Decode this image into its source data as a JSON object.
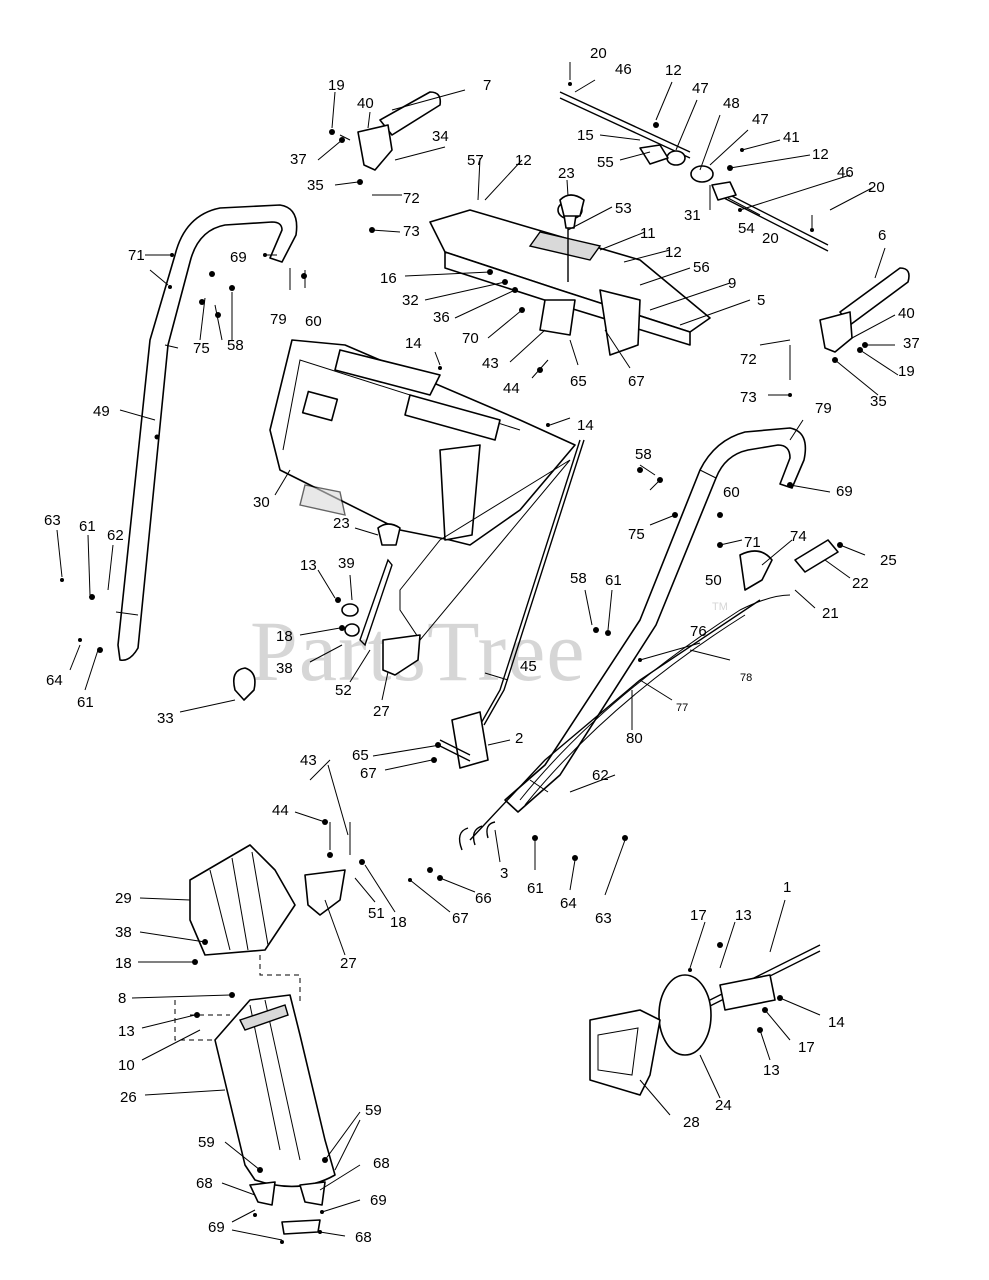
{
  "watermark": {
    "text": "PartsTree",
    "trademark": "TM"
  },
  "callouts": {
    "c1": "1",
    "c2": "2",
    "c3": "3",
    "c5": "5",
    "c6": "6",
    "c7": "7",
    "c8": "8",
    "c9": "9",
    "c10": "10",
    "c11": "11",
    "c12": "12",
    "c13": "13",
    "c14": "14",
    "c15": "15",
    "c16": "16",
    "c17": "17",
    "c18": "18",
    "c19": "19",
    "c20": "20",
    "c21": "21",
    "c22": "22",
    "c23": "23",
    "c24": "24",
    "c25": "25",
    "c26": "26",
    "c27": "27",
    "c28": "28",
    "c29": "29",
    "c30": "30",
    "c31": "31",
    "c32": "32",
    "c33": "33",
    "c34": "34",
    "c35": "35",
    "c36": "36",
    "c37": "37",
    "c38": "38",
    "c39": "39",
    "c40": "40",
    "c41": "41",
    "c43": "43",
    "c44": "44",
    "c45": "45",
    "c46": "46",
    "c47": "47",
    "c48": "48",
    "c49": "49",
    "c50": "50",
    "c51": "51",
    "c52": "52",
    "c53": "53",
    "c54": "54",
    "c55": "55",
    "c56": "56",
    "c57": "57",
    "c58": "58",
    "c59": "59",
    "c60": "60",
    "c61": "61",
    "c62": "62",
    "c63": "63",
    "c64": "64",
    "c65": "65",
    "c66": "66",
    "c67": "67",
    "c68": "68",
    "c69": "69",
    "c70": "70",
    "c71": "71",
    "c72": "72",
    "c73": "73",
    "c74": "74",
    "c75": "75",
    "c76": "76",
    "c77": "77",
    "c78": "78",
    "c79": "79",
    "c80": "80"
  }
}
